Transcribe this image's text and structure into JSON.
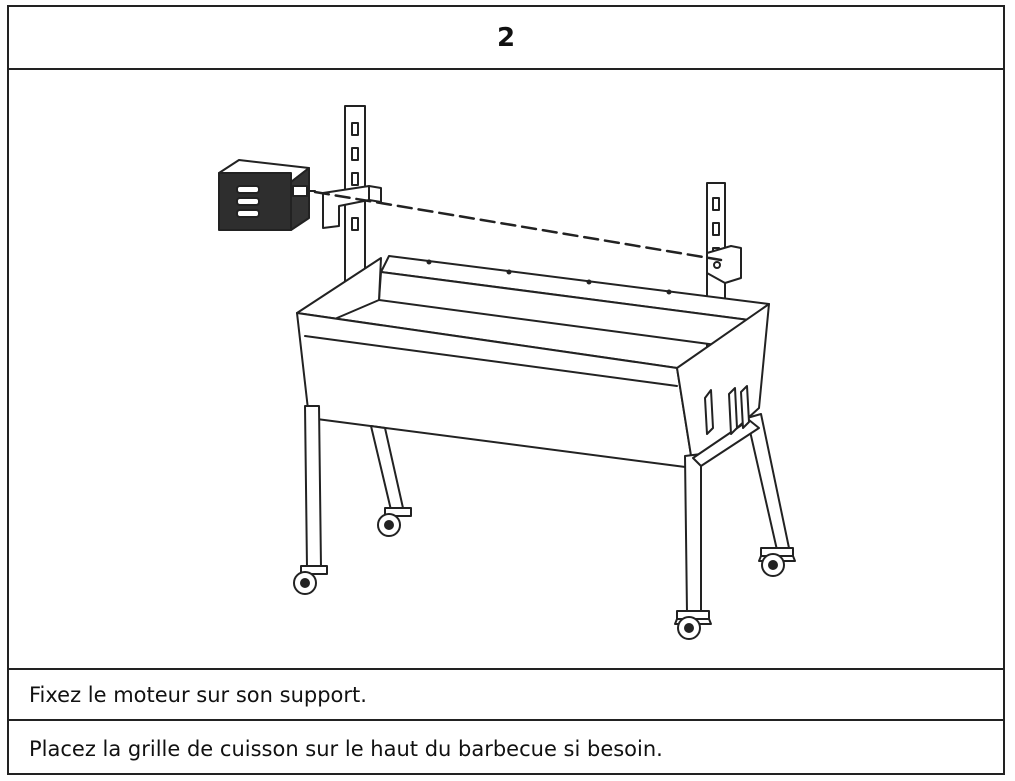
{
  "step": {
    "number": "2"
  },
  "illustration": {
    "parts": [
      "motor-icon",
      "spit-rod-icon",
      "barbecue-trough-icon",
      "support-post-icon",
      "caster-wheel-icon"
    ]
  },
  "instructions": [
    {
      "text": "Fixez le moteur sur son support."
    },
    {
      "text": "Placez la grille de cuisson sur le haut du barbecue si besoin."
    }
  ]
}
